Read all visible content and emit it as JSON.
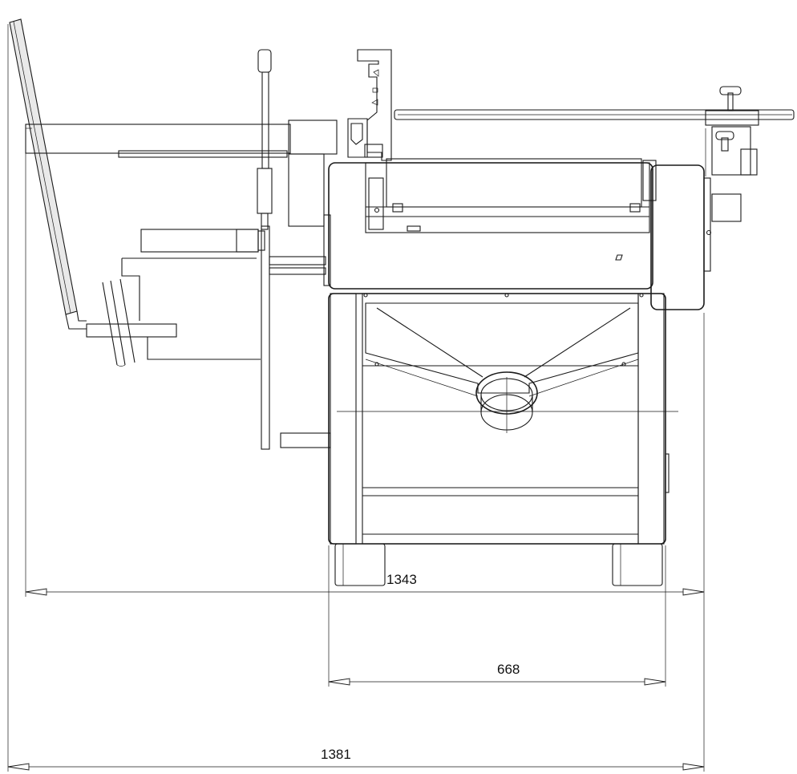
{
  "drawing": {
    "dimensions": [
      {
        "id": "base-width",
        "value": "668"
      },
      {
        "id": "table-width",
        "value": "1343"
      },
      {
        "id": "overall-width",
        "value": "1381"
      }
    ]
  }
}
